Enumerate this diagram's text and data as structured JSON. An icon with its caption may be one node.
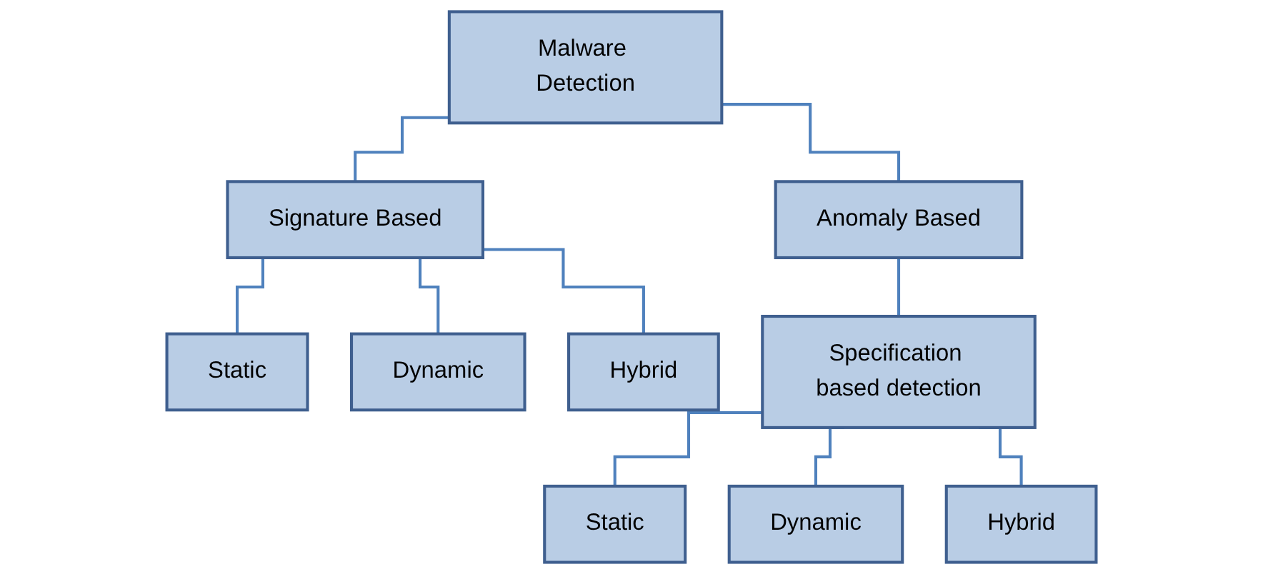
{
  "diagram": {
    "nodes": [
      {
        "text": [
          "Malware Detection"
        ]
      },
      {
        "text": [
          "Signature Based"
        ]
      },
      {
        "text": [
          "Anomaly Based"
        ]
      },
      {
        "text": [
          "Static"
        ]
      },
      {
        "text": [
          "Dynamic"
        ]
      },
      {
        "text": [
          "Hybrid"
        ]
      },
      {
        "text": [
          "Specification based detection"
        ]
      },
      {
        "text": [
          "Static"
        ]
      },
      {
        "text": [
          "Dynamic"
        ]
      },
      {
        "text": [
          "Hybrid"
        ]
      }
    ],
    "edges": [
      {
        "from": 0,
        "to": 1,
        "arrow": "none"
      },
      {
        "from": 0,
        "to": 2,
        "arrow": "none"
      },
      {
        "from": 1,
        "to": 3,
        "arrow": "none"
      },
      {
        "from": 1,
        "to": 4,
        "arrow": "none"
      },
      {
        "from": 1,
        "to": 5,
        "arrow": "none"
      },
      {
        "from": 2,
        "to": 6,
        "arrow": "none"
      },
      {
        "from": 6,
        "to": 7,
        "arrow": "none"
      },
      {
        "from": 6,
        "to": 8,
        "arrow": "none"
      },
      {
        "from": 6,
        "to": 9,
        "arrow": "none"
      }
    ]
  }
}
